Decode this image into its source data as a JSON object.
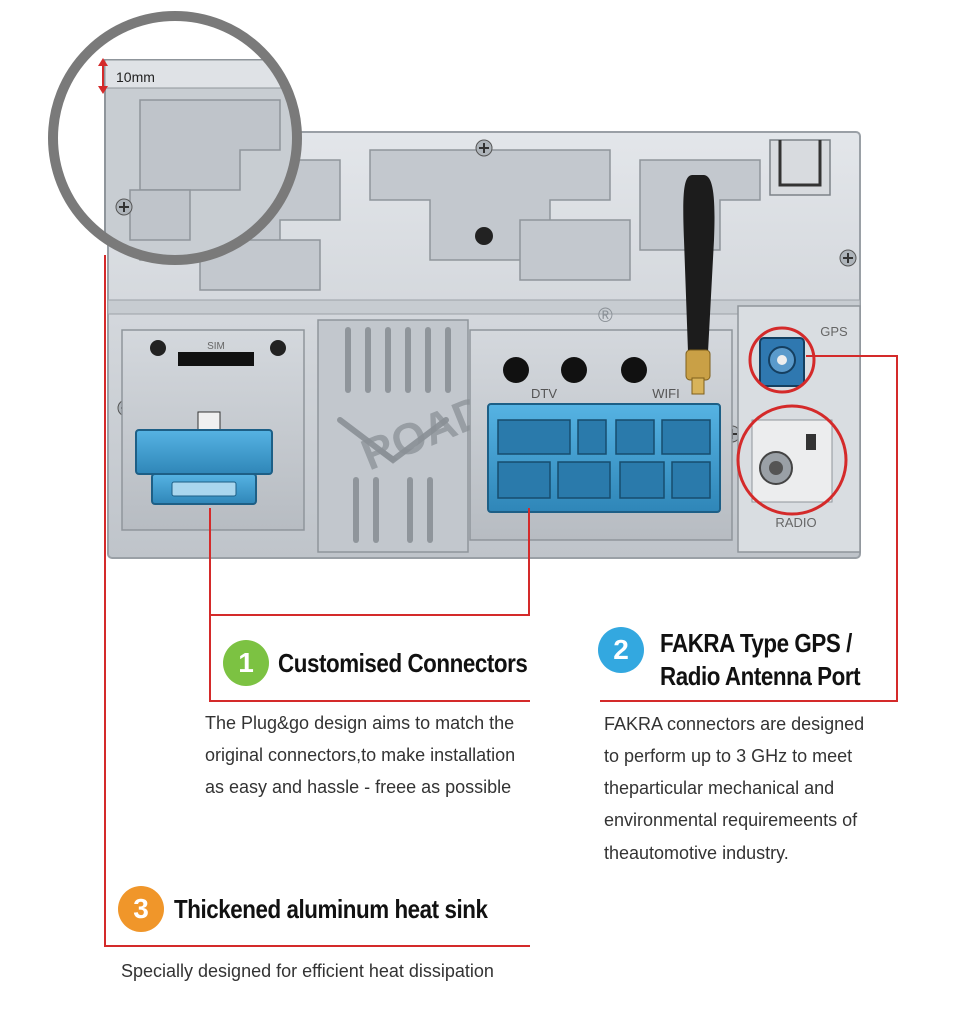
{
  "photo": {
    "dimension_label": "10mm",
    "brand_watermark": "ROADSOUND",
    "registered_mark": "®",
    "port_labels": {
      "sim": "SIM",
      "dtv": "DTV",
      "wifi": "WIFI",
      "gps": "GPS",
      "radio": "RADIO"
    }
  },
  "features": [
    {
      "number": "1",
      "title": "Customised Connectors",
      "badge_color": "#7cc242",
      "description": [
        "The Plug&go design aims to match the",
        "original connectors,to make installation",
        "as easy and hassle - freee as possible"
      ]
    },
    {
      "number": "2",
      "title_lines": [
        "FAKRA Type GPS /",
        "Radio Antenna Port"
      ],
      "badge_color": "#33a8e0",
      "description": [
        "FAKRA connectors are designed",
        "to perform up to 3 GHz to meet",
        "theparticular mechanical and",
        "environmental requiremeents  of",
        "theautomotive industry."
      ]
    },
    {
      "number": "3",
      "title": "Thickened aluminum heat sink",
      "badge_color": "#f0962a",
      "description": [
        "Specially designed for efficient heat dissipation"
      ]
    }
  ],
  "colors": {
    "callout_red": "#d42a2a",
    "connector_blue": "#3f9fd0",
    "chassis_silver": "#c9ced3"
  },
  "icons": [
    "screw-icon",
    "antenna-icon",
    "gps-connector-icon",
    "radio-connector-icon",
    "wiring-harness-icon"
  ]
}
